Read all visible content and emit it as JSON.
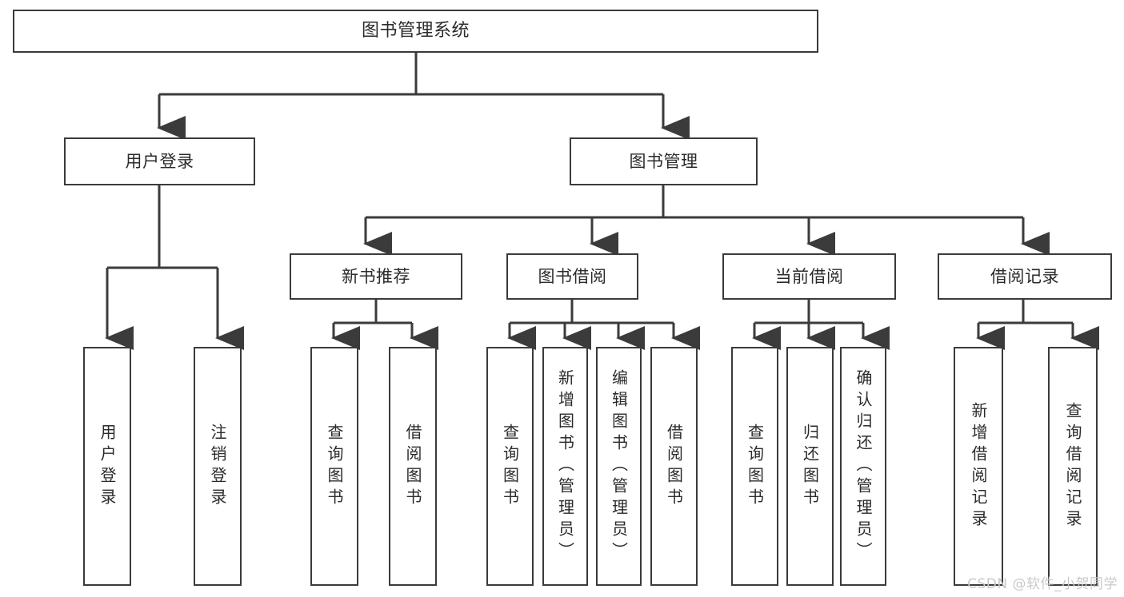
{
  "diagram": {
    "title": "图书管理系统",
    "type": "hierarchy-tree",
    "watermark": "CSDN @软件_小贺同学",
    "colors": {
      "border": "#3b3b3b",
      "text": "#2b2b2b",
      "background": "#ffffff",
      "watermark": "#c9c9c9"
    },
    "levels": {
      "root": {
        "label": "图书管理系统"
      },
      "level2": [
        {
          "label": "用户登录"
        },
        {
          "label": "图书管理"
        }
      ],
      "level3": [
        {
          "label": "新书推荐"
        },
        {
          "label": "图书借阅"
        },
        {
          "label": "当前借阅"
        },
        {
          "label": "借阅记录"
        }
      ],
      "leaves": [
        {
          "label": "用户登录",
          "parent": "用户登录"
        },
        {
          "label": "注销登录",
          "parent": "用户登录"
        },
        {
          "label": "查询图书",
          "parent": "新书推荐"
        },
        {
          "label": "借阅图书",
          "parent": "新书推荐"
        },
        {
          "label": "查询图书",
          "parent": "图书借阅"
        },
        {
          "label": "新增图书（管理员）",
          "parent": "图书借阅"
        },
        {
          "label": "编辑图书（管理员）",
          "parent": "图书借阅"
        },
        {
          "label": "借阅图书",
          "parent": "图书借阅"
        },
        {
          "label": "查询图书",
          "parent": "当前借阅"
        },
        {
          "label": "归还图书",
          "parent": "当前借阅"
        },
        {
          "label": "确认归还（管理员）",
          "parent": "当前借阅"
        },
        {
          "label": "新增借阅记录",
          "parent": "借阅记录"
        },
        {
          "label": "查询借阅记录",
          "parent": "借阅记录"
        }
      ]
    }
  }
}
